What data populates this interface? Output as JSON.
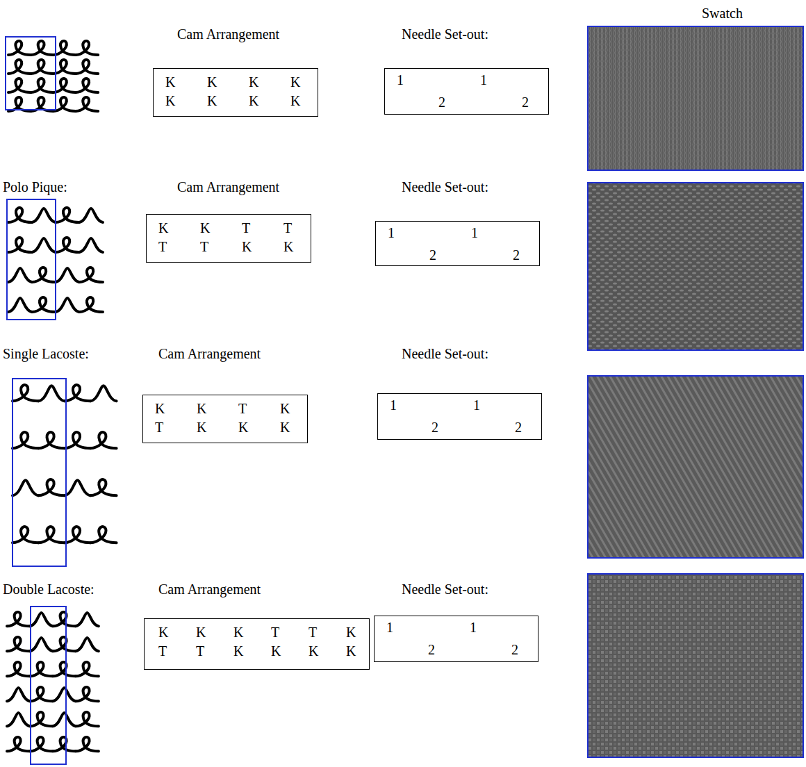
{
  "diagram": {
    "nodes": [
      {
        "text": [
          "K",
          "K",
          "K",
          "K",
          "K",
          "K",
          "K",
          "K"
        ]
      },
      {
        "text": [
          "1",
          "1",
          "2",
          "2"
        ]
      },
      {
        "text": [
          "K",
          "K",
          "T",
          "T",
          "T",
          "T",
          "K",
          "K"
        ]
      },
      {
        "text": [
          "1",
          "1",
          "2",
          "2"
        ]
      },
      {
        "text": [
          "K",
          "K",
          "T",
          "K",
          "T",
          "K",
          "K",
          "K"
        ]
      },
      {
        "text": [
          "1",
          "1",
          "2",
          "2"
        ]
      },
      {
        "text": [
          "K",
          "K",
          "K",
          "T",
          "T",
          "K",
          "T",
          "T",
          "K",
          "K",
          "K",
          "K"
        ]
      },
      {
        "text": [
          "1",
          "1",
          "2",
          "2"
        ]
      }
    ],
    "labels": [
      "Swatch",
      "Cam Arrangement",
      "Needle Set-out:",
      "Polo Pique:",
      "Cam Arrangement",
      "Needle Set-out:",
      "Single Lacoste:",
      "Cam Arrangement",
      "Needle Set-out:",
      "Double Lacoste:",
      "Cam Arrangement",
      "Needle Set-out:"
    ]
  }
}
